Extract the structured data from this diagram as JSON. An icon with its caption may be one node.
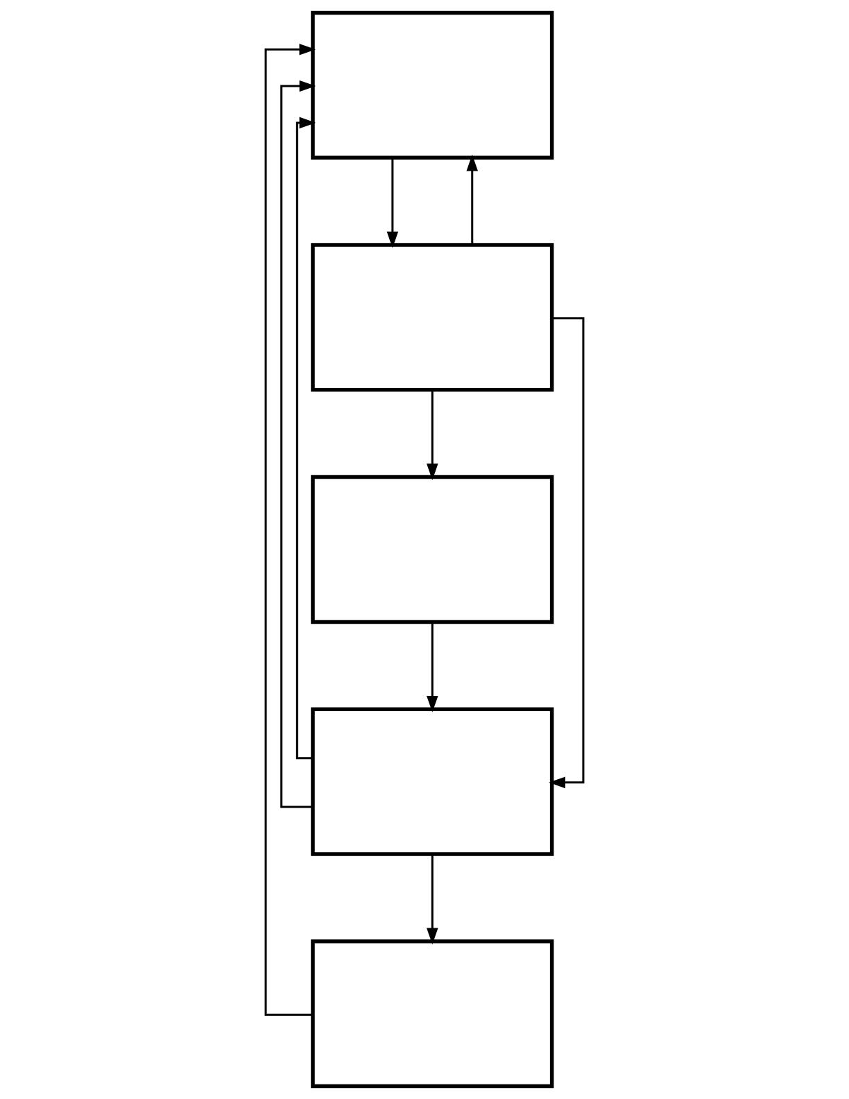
{
  "diagram": {
    "nodes": [
      {
        "text": [],
        "shape": "box"
      },
      {
        "text": [],
        "shape": "box"
      },
      {
        "text": [],
        "shape": "box"
      },
      {
        "text": [],
        "shape": "box"
      },
      {
        "text": [],
        "shape": "box"
      }
    ],
    "edges": [
      {
        "from": 0,
        "to": 1,
        "arrow": "to"
      },
      {
        "from": 1,
        "to": 2,
        "arrow": "to"
      },
      {
        "from": 2,
        "to": 3,
        "arrow": "to"
      },
      {
        "from": 3,
        "to": 4,
        "arrow": "to"
      },
      {
        "from": 1,
        "to": 0,
        "arrow": "to"
      },
      {
        "from": 1,
        "to": 3,
        "arrow": "to"
      },
      {
        "from": 3,
        "to": 0,
        "arrow": "to"
      },
      {
        "from": 3,
        "to": 0,
        "arrow": "to"
      },
      {
        "from": 4,
        "to": 0,
        "arrow": "to"
      }
    ]
  }
}
